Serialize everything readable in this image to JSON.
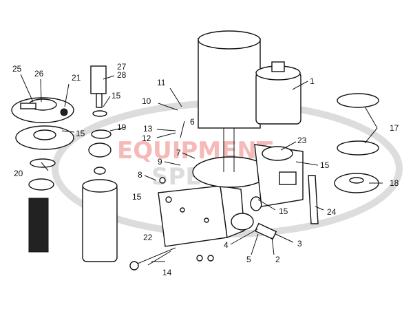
{
  "diagram": {
    "watermark": {
      "line1": "EQUIPMENT",
      "line2": "SPECS",
      "color": "#e53935",
      "accent": "#9e9e9e"
    },
    "labels": [
      {
        "id": "1",
        "text": "1"
      },
      {
        "id": "2",
        "text": "2"
      },
      {
        "id": "3",
        "text": "3"
      },
      {
        "id": "4",
        "text": "4"
      },
      {
        "id": "5",
        "text": "5"
      },
      {
        "id": "6",
        "text": "6"
      },
      {
        "id": "7",
        "text": "7"
      },
      {
        "id": "8",
        "text": "8"
      },
      {
        "id": "9",
        "text": "9"
      },
      {
        "id": "10",
        "text": "10"
      },
      {
        "id": "11",
        "text": "11"
      },
      {
        "id": "12",
        "text": "12"
      },
      {
        "id": "13",
        "text": "13"
      },
      {
        "id": "14",
        "text": "14"
      },
      {
        "id": "15a",
        "text": "15"
      },
      {
        "id": "15b",
        "text": "15"
      },
      {
        "id": "15c",
        "text": "15"
      },
      {
        "id": "15d",
        "text": "15"
      },
      {
        "id": "15e",
        "text": "15"
      },
      {
        "id": "17",
        "text": "17"
      },
      {
        "id": "18",
        "text": "18"
      },
      {
        "id": "19",
        "text": "19"
      },
      {
        "id": "20",
        "text": "20"
      },
      {
        "id": "21",
        "text": "21"
      },
      {
        "id": "22",
        "text": "22"
      },
      {
        "id": "23",
        "text": "23"
      },
      {
        "id": "24",
        "text": "24"
      },
      {
        "id": "25",
        "text": "25"
      },
      {
        "id": "26",
        "text": "26"
      },
      {
        "id": "27",
        "text": "27"
      },
      {
        "id": "28",
        "text": "28"
      }
    ]
  }
}
